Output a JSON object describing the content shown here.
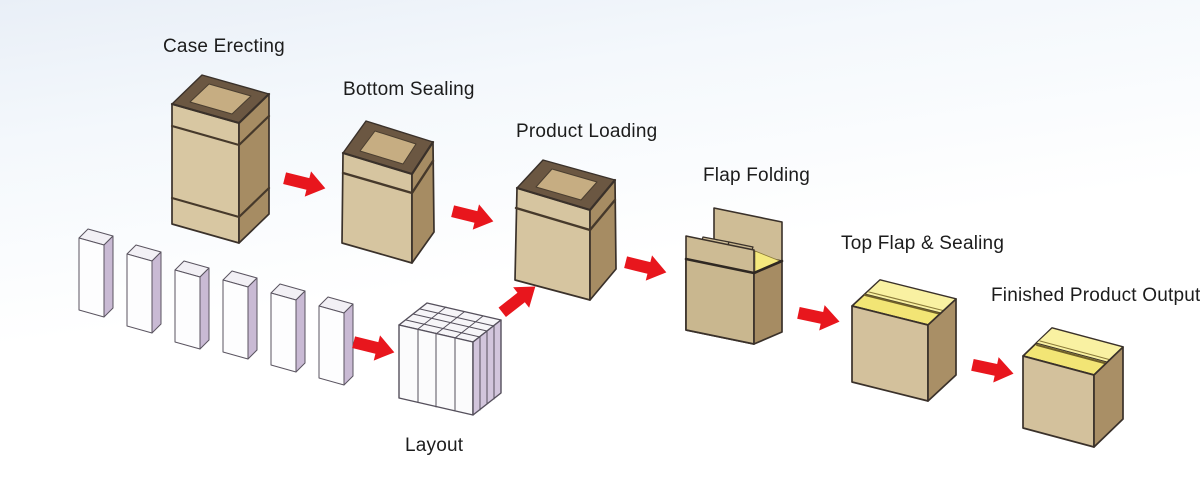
{
  "diagram": {
    "steps": [
      {
        "id": "case-erecting",
        "label": "Case Erecting"
      },
      {
        "id": "bottom-sealing",
        "label": "Bottom Sealing"
      },
      {
        "id": "product-loading",
        "label": "Product Loading"
      },
      {
        "id": "flap-folding",
        "label": "Flap Folding"
      },
      {
        "id": "top-flap-sealing",
        "label": "Top Flap & Sealing"
      },
      {
        "id": "finished-product-output",
        "label": "Finished Product Output"
      },
      {
        "id": "layout",
        "label": "Layout"
      }
    ],
    "colors": {
      "arrow_red": "#e8161d",
      "carton_front": "#d6c5a0",
      "carton_side": "#a68c63",
      "carton_interior_dark": "#6b5742",
      "carton_interior_lit": "#c6ad82",
      "flap_yellow": "#f5e97e",
      "flap_yellow_light": "#f9f1a2",
      "product_front": "#fdfdfe",
      "product_side_lavender": "#c9bad4",
      "label_text": "#1c1c1c"
    }
  }
}
